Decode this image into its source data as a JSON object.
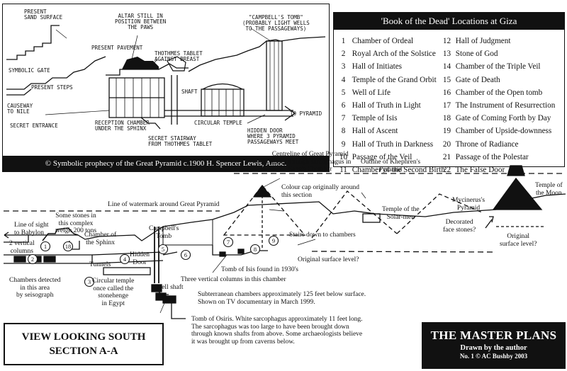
{
  "sketch": {
    "labels": {
      "present_sand_surface": "Present\nSand Surface",
      "altar": "Altar still in\nposition between\nthe paws",
      "present_pavement": "Present Pavement",
      "thothmes_tablet": "Thothmes Tablet\nagainst breast",
      "campbells_tomb_quote": "\"Campbell's Tomb\"\n(Probably light wells\nto the passageways)",
      "symbolic_gate": "Symbolic Gate",
      "present_steps": "Present Steps",
      "causeway": "Causeway\nto Nile",
      "shaft": "Shaft",
      "to_pyramid": "To Pyramid",
      "secret_entrance": "Secret Entrance",
      "reception_chamber": "Reception Chamber\nunder the Sphinx",
      "circular_temple": "Circular Temple",
      "hidden_door": "Hidden Door\nwhere 3 Pyramid\npassageways meet",
      "secret_stairway": "Secret Stairway\nfrom Thothmes Tablet"
    },
    "caption": "© Symbolic prophecy of the Great Pyramid c.1900 H. Spencer Lewis, Amoc."
  },
  "locations": {
    "title": "'Book of the Dead' Locations at Giza",
    "col1": [
      {
        "n": "1",
        "name": "Chamber of Ordeal"
      },
      {
        "n": "2",
        "name": "Royal Arch of the Solstice"
      },
      {
        "n": "3",
        "name": "Hall of Initiates"
      },
      {
        "n": "4",
        "name": "Temple of the Grand Orbit"
      },
      {
        "n": "5",
        "name": "Well of Life"
      },
      {
        "n": "6",
        "name": "Hall of Truth in Light"
      },
      {
        "n": "7",
        "name": "Temple of Isis"
      },
      {
        "n": "8",
        "name": "Hall of Ascent"
      },
      {
        "n": "9",
        "name": "Hall of Truth in Darkness"
      },
      {
        "n": "10",
        "name": "Passage of the Veil"
      },
      {
        "n": "11",
        "name": "Chamber of the Second Birth"
      }
    ],
    "col2": [
      {
        "n": "12",
        "name": "Hall of Judgment"
      },
      {
        "n": "13",
        "name": "Stone of God"
      },
      {
        "n": "14",
        "name": "Chamber of the Triple Veil"
      },
      {
        "n": "15",
        "name": "Gate of Death"
      },
      {
        "n": "16",
        "name": "Chamber of the Open tomb"
      },
      {
        "n": "17",
        "name": "The Instrument of Resurrection"
      },
      {
        "n": "18",
        "name": "Gate of Coming Forth by Day"
      },
      {
        "n": "19",
        "name": "Chamber of Upside-downness"
      },
      {
        "n": "20",
        "name": "Throne of Radiance"
      },
      {
        "n": "21",
        "name": "Passage of the Polestar"
      },
      {
        "n": "22",
        "name": "The False Door"
      }
    ]
  },
  "diagram": {
    "centreline": "Centreline of Great Pyramid\npasses through sarcophagus in\nKing's Chamber",
    "khephren": "Outline of Khephren's\nPyramid",
    "temple_moon": "Temple of\nthe Moon",
    "colour_cap": "Colour cap originally around\nthis section",
    "watermark": "Line of watermark around Great Pyramid",
    "mycinerus": "Mycinerus's\nPyramid",
    "solar_men": "Temple of the\nSolar-men",
    "decorated": "Decorated\nface stones?",
    "original_level_right": "Original\nsurface level?",
    "stairs": "Stairs down to chambers",
    "original_level_mid": "Original surface level?",
    "line_of_sight": "Line of sight\nto Babylon",
    "stones": "Some stones in\nthis complex\nweigh 200 tons",
    "chamber_sphinx": "Chamber of\nthe Sphinx",
    "campbells": "Campbell's\nTomb",
    "two_columns": "2 vertical\ncolumns",
    "hidden_door": "Hidden\nDoor",
    "tunnels": "Tunnels",
    "tomb_isis": "Tomb of Isis found in 1930's",
    "three_columns": "Three vertical columns in this chamber",
    "chambers_detected": "Chambers detected\nin this area\nby seisograph",
    "circular_temple": "Circular temple\nonce called the\nstonehenge\nin Egypt",
    "well_shaft": "Well shaft",
    "subterranean": "Subterranean chambers approximately 125 feet below surface.\nShown on TV documentary in March 1999.",
    "osiris": "Tomb of Osiris. White sarcophagus approximately 11 feet long.\nThe sarcophagus was too large to have been brought down\nthrough known shafts from above. Some archaeologists believe\nit was brought up from caverns below.",
    "circle_numbers": [
      "1",
      "18",
      "2",
      "4",
      "3",
      "5",
      "6",
      "7",
      "8",
      "9"
    ]
  },
  "view_box": {
    "line1": "VIEW LOOKING SOUTH",
    "line2": "SECTION A-A"
  },
  "master": {
    "title": "THE MASTER PLANS",
    "sub1": "Drawn by the author",
    "sub2": "No. 1 © AC Bushby 2003"
  }
}
